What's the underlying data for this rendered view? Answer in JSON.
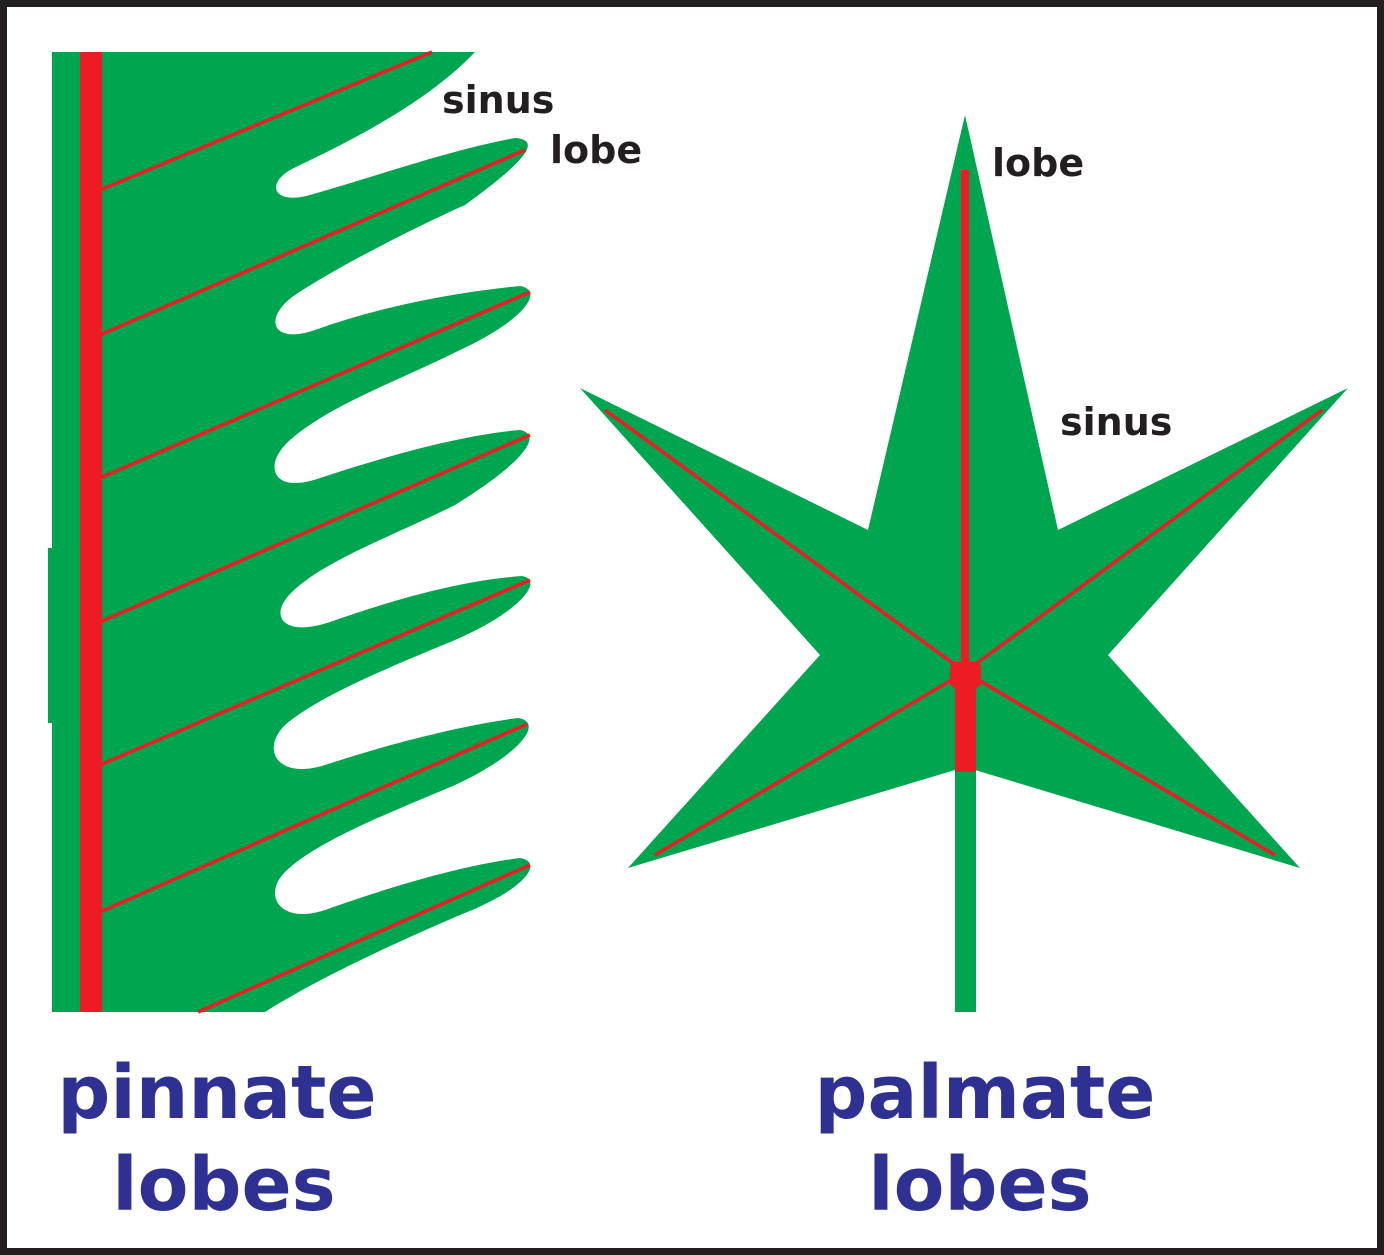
{
  "colors": {
    "leaf": "#00a64f",
    "vein": "#ed1c24",
    "label_text": "#231f20",
    "title_text": "#2e3192",
    "border": "#231f20"
  },
  "pinnate": {
    "label_sinus": "sinus",
    "label_lobe": "lobe",
    "title_line1": "pinnate",
    "title_line2": "lobes"
  },
  "palmate": {
    "label_lobe": "lobe",
    "label_sinus": "sinus",
    "title_line1": "palmate",
    "title_line2": "lobes"
  }
}
